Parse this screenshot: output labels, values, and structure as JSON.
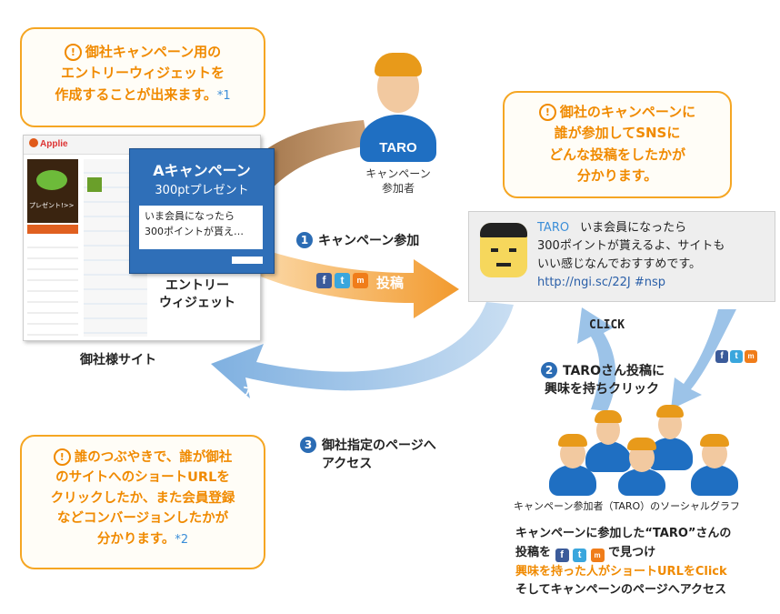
{
  "callout_widget": {
    "line1": "御社キャンペーン用の",
    "line2": "エントリーウィジェットを",
    "line3": "作成することが出来ます。",
    "note": "*1"
  },
  "callout_sns": {
    "line1": "御社のキャンペーンに",
    "line2": "誰が参加してSNSに",
    "line3": "どんな投稿をしたかが",
    "line4": "分かります。"
  },
  "callout_conversion": {
    "line1": "誰のつぶやきで、誰が御社",
    "line2": "のサイトへのショートURLを",
    "line3": "クリックしたか、また会員登録",
    "line4": "などコンバージョンしたかが",
    "line5": "分かります。",
    "note": "*2"
  },
  "participant": {
    "name": "TARO",
    "caption_line1": "キャンペーン",
    "caption_line2": "参加者"
  },
  "site_mock": {
    "logo": "Applie",
    "banner_line1": "プレゼント!>>",
    "caption": "御社様サイト"
  },
  "widget": {
    "title": "Aキャンペーン",
    "subtitle": "300ptプレゼント",
    "body_line1": "いま会員になったら",
    "body_line2": "300ポイントが貰え…",
    "label_line1": "エントリー",
    "label_line2": "ウィジェット"
  },
  "step1": {
    "num": "1",
    "label": "キャンペーン参加",
    "post_label": "投稿"
  },
  "tweet": {
    "user": "TARO",
    "text_line1": "いま会員になったら",
    "text_line2": "300ポイントが貰えるよ、サイトも",
    "text_line3": "いい感じなんでおすすめです。",
    "link": "http://ngi.sc/22J #nsp"
  },
  "click_label": "CLICK",
  "step2": {
    "num": "2",
    "line1": "TAROさん投稿に",
    "line2": "興味を持ちクリック"
  },
  "step3": {
    "num": "3",
    "line1": "御社指定のページへ",
    "line2": "アクセス"
  },
  "access_arrow_label": "アクセス",
  "social_graph_caption": "キャンペーン参加者（TARO）のソーシャルグラフ",
  "bottom_text": {
    "line1": "キャンペーンに参加した“TARO”さんの",
    "line2_pre": "投稿を",
    "line2_post": "で見つけ",
    "line3": "興味を持った人がショートURLをClick",
    "line4": "そしてキャンペーンのページへアクセス"
  },
  "icons": {
    "facebook": "f",
    "twitter": "t",
    "mixi": "m"
  },
  "colors": {
    "orange": "#f08a00",
    "orange_border": "#f5a623",
    "blue": "#1f6fc2",
    "light_blue_arrow": "#9cc3e8",
    "brown_arrow": "#b0804a"
  }
}
